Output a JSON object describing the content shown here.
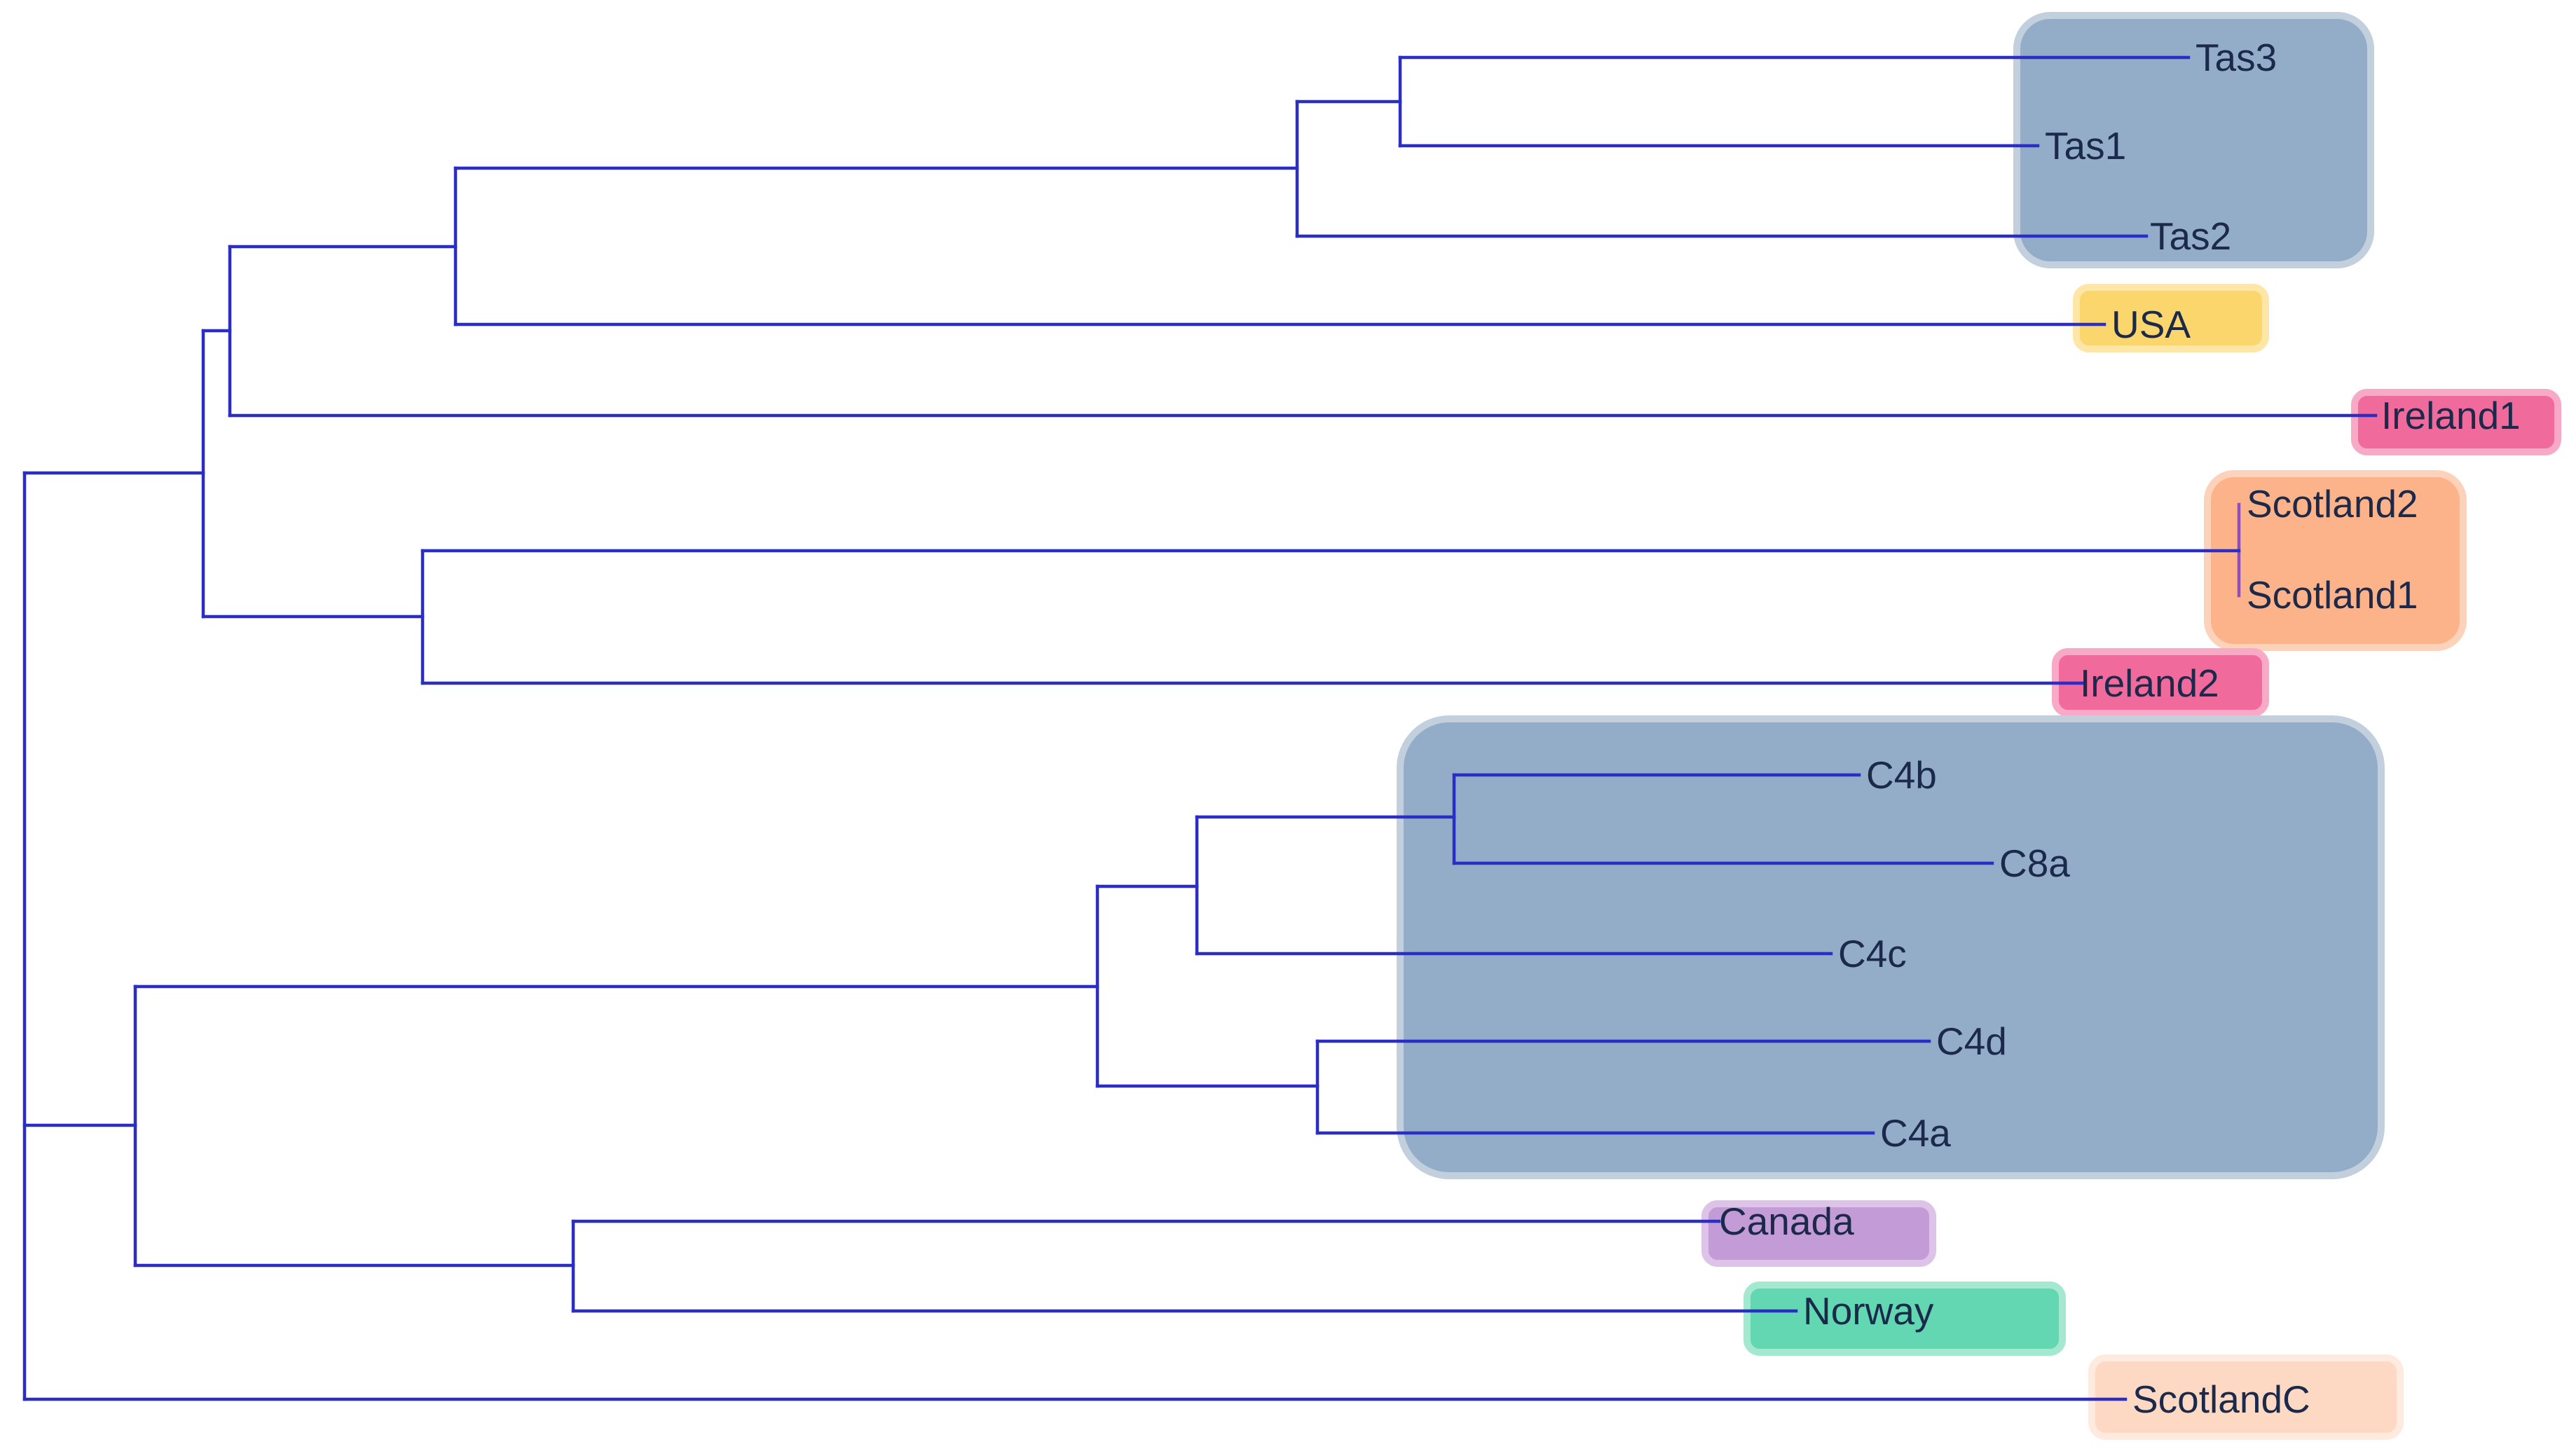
{
  "colors": {
    "branch": "#2a2ec4",
    "label_text": "#1b2a4a",
    "blue_group_fill": "#93acc7",
    "blue_group_stroke": "#c2cfdd",
    "usa_fill": "#fbd66c",
    "ireland_fill": "#f06a9c",
    "scotland_fill": "#fdb38a",
    "canada_fill": "#c39bd6",
    "norway_fill": "#62d7b1",
    "scotlandc_fill": "#fdd9c4"
  },
  "tree": {
    "taxa": [
      {
        "id": "tas3",
        "label": "Tas3",
        "highlight": "blue"
      },
      {
        "id": "tas1",
        "label": "Tas1",
        "highlight": "blue"
      },
      {
        "id": "tas2",
        "label": "Tas2",
        "highlight": "blue"
      },
      {
        "id": "usa",
        "label": "USA",
        "highlight": "usa"
      },
      {
        "id": "ireland1",
        "label": "Ireland1",
        "highlight": "ireland"
      },
      {
        "id": "scotland2",
        "label": "Scotland2",
        "highlight": "scotland"
      },
      {
        "id": "scotland1",
        "label": "Scotland1",
        "highlight": "scotland"
      },
      {
        "id": "ireland2",
        "label": "Ireland2",
        "highlight": "ireland"
      },
      {
        "id": "c4b",
        "label": "C4b",
        "highlight": "blue"
      },
      {
        "id": "c8a",
        "label": "C8a",
        "highlight": "blue"
      },
      {
        "id": "c4c",
        "label": "C4c",
        "highlight": "blue"
      },
      {
        "id": "c4d",
        "label": "C4d",
        "highlight": "blue"
      },
      {
        "id": "c4a",
        "label": "C4a",
        "highlight": "blue"
      },
      {
        "id": "canada",
        "label": "Canada",
        "highlight": "canada"
      },
      {
        "id": "norway",
        "label": "Norway",
        "highlight": "norway"
      },
      {
        "id": "scotlandc",
        "label": "ScotlandC",
        "highlight": "scotlandc"
      }
    ]
  }
}
